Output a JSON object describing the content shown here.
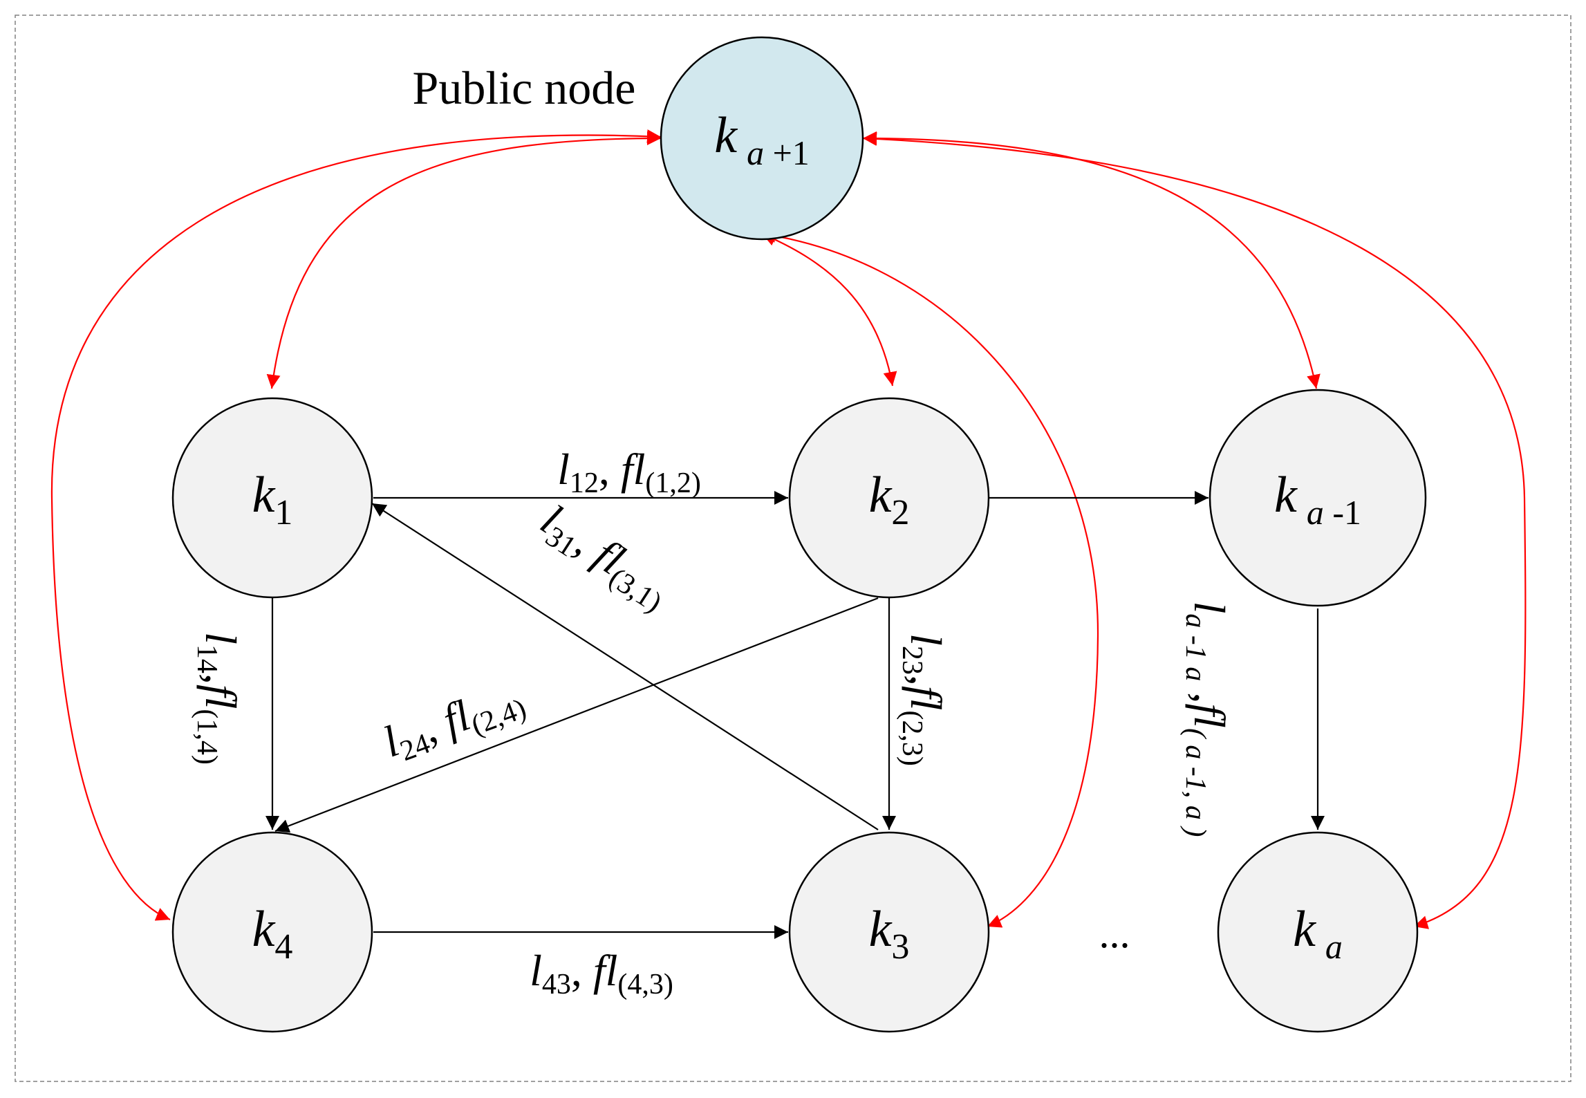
{
  "public_node_label": "Public node",
  "nodes": {
    "k_public": {
      "base": "k",
      "sub_italic": "a",
      "sub_rest": " +1",
      "fill": "#d2e8ee"
    },
    "k1": {
      "base": "k",
      "sub": "1",
      "fill": "#f2f2f2"
    },
    "k2": {
      "base": "k",
      "sub": "2",
      "fill": "#f2f2f2"
    },
    "k3": {
      "base": "k",
      "sub": "3",
      "fill": "#f2f2f2"
    },
    "k4": {
      "base": "k",
      "sub": "4",
      "fill": "#f2f2f2"
    },
    "k_a_minus_1": {
      "base": "k",
      "sub_italic": "a",
      "sub_rest": " -1",
      "fill": "#f2f2f2"
    },
    "k_a": {
      "base": "k",
      "sub_italic": "a",
      "fill": "#f2f2f2"
    }
  },
  "edge_labels": {
    "e12": {
      "l": "l",
      "l_sub": "12",
      "sep": ", ",
      "fl": "fl",
      "fl_sub": "(1,2)"
    },
    "e31": {
      "l": "l",
      "l_sub": "31",
      "sep": ", ",
      "fl": "fl",
      "fl_sub": "(3,1)"
    },
    "e14": {
      "l": "l",
      "l_sub": "14",
      "sep": ",",
      "fl": "fl",
      "fl_sub": "(1,4)"
    },
    "e24": {
      "l": "l",
      "l_sub": "24",
      "sep": ", ",
      "fl": "fl",
      "fl_sub": "(2,4)"
    },
    "e23": {
      "l": "l",
      "l_sub": "23",
      "sep": ",",
      "fl": "fl",
      "fl_sub": "(2,3)"
    },
    "e43": {
      "l": "l",
      "l_sub": "43",
      "sep": ", ",
      "fl": "fl",
      "fl_sub": "(4,3)"
    },
    "ea": {
      "l": "l",
      "l_sub": "a -1 a",
      "sep": " ,",
      "fl": "fl",
      "fl_sub": "( a -1, a )"
    }
  },
  "ellipsis": "...",
  "colors": {
    "public_node_fill": "#d2e8ee",
    "node_fill": "#f2f2f2",
    "red_edges": "#ff0000",
    "black_edges": "#000000",
    "border": "#808080"
  }
}
